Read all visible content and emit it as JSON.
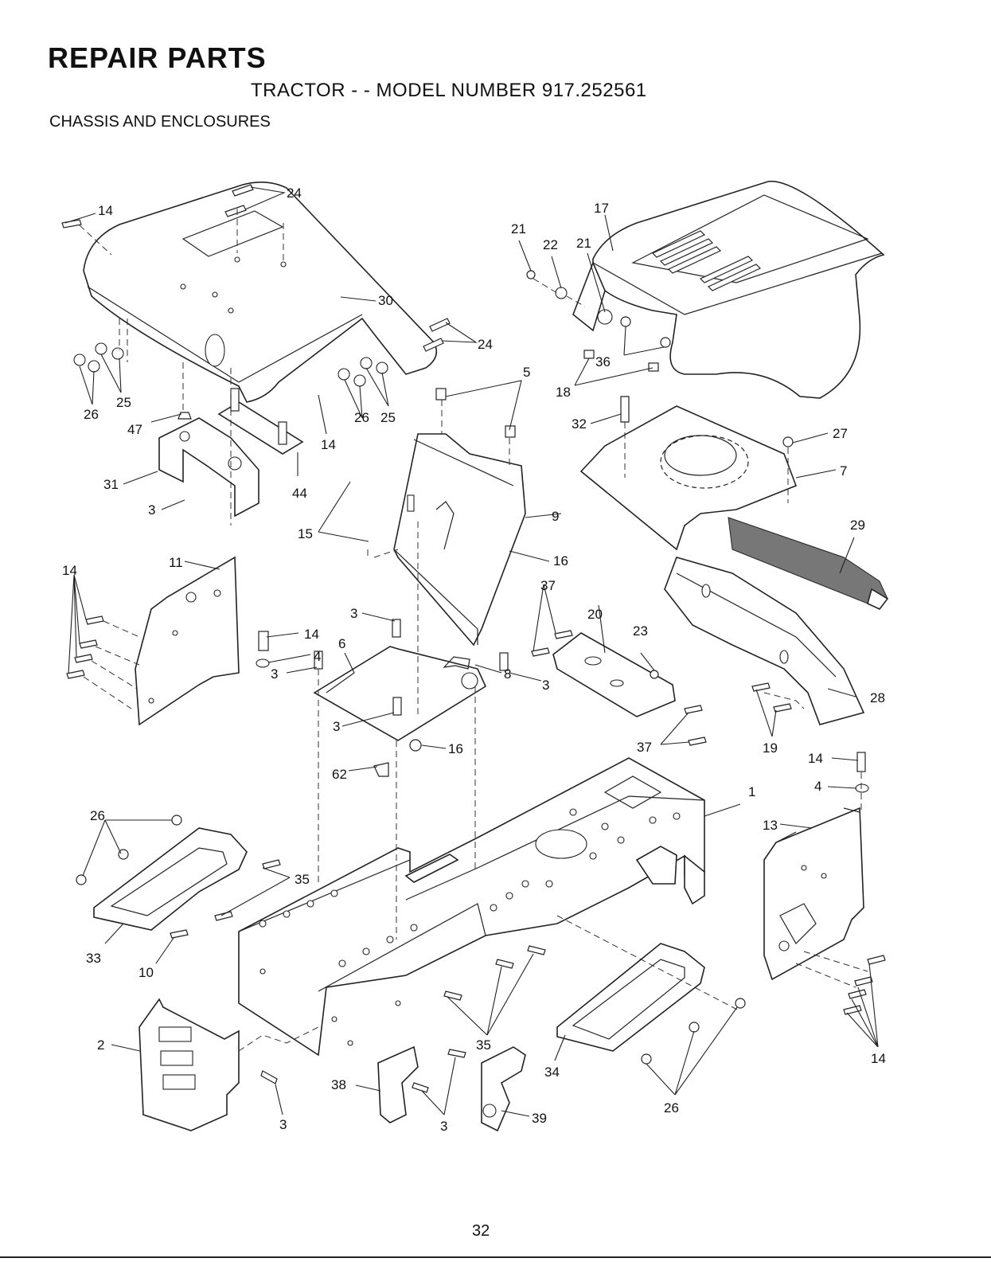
{
  "header": {
    "title": "REPAIR PARTS",
    "subtitle": "TRACTOR - - MODEL NUMBER 917.252561",
    "section": "CHASSIS AND ENCLOSURES"
  },
  "callouts": [
    "14",
    "24",
    "30",
    "24",
    "26",
    "25",
    "47",
    "26",
    "25",
    "14",
    "44",
    "31",
    "3",
    "15",
    "5",
    "9",
    "16",
    "21",
    "22",
    "21",
    "17",
    "36",
    "18",
    "32",
    "27",
    "7",
    "29",
    "14",
    "11",
    "14",
    "4",
    "3",
    "3",
    "6",
    "8",
    "3",
    "37",
    "20",
    "23",
    "3",
    "16",
    "62",
    "28",
    "19",
    "37",
    "14",
    "4",
    "1",
    "13",
    "26",
    "35",
    "33",
    "10",
    "2",
    "3",
    "35",
    "38",
    "3",
    "39",
    "34",
    "26",
    "14"
  ],
  "footer": {
    "page_number": "32"
  }
}
